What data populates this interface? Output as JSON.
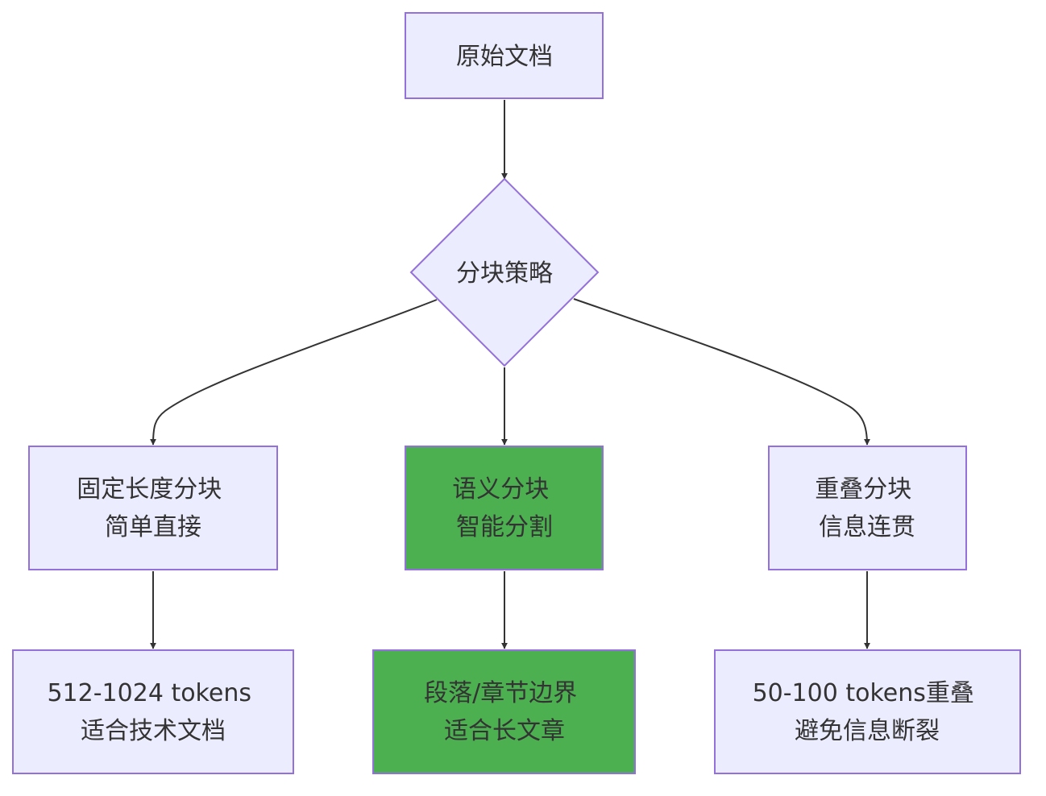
{
  "colors": {
    "node_fill": "#ececff",
    "node_stroke": "#9370db",
    "highlight_fill": "#4caf50",
    "highlight_stroke": "#9370db",
    "edge": "#333333",
    "text": "#333333"
  },
  "nodes": {
    "source": {
      "lines": [
        "原始文档"
      ]
    },
    "strategy": {
      "lines": [
        "分块策略"
      ]
    },
    "fixed": {
      "lines": [
        "固定长度分块",
        "简单直接"
      ]
    },
    "semantic": {
      "lines": [
        "语义分块",
        "智能分割"
      ]
    },
    "overlap": {
      "lines": [
        "重叠分块",
        "信息连贯"
      ]
    },
    "fixed_detail": {
      "lines": [
        "512-1024 tokens",
        "适合技术文档"
      ]
    },
    "semantic_detail": {
      "lines": [
        "段落/章节边界",
        "适合长文章"
      ]
    },
    "overlap_detail": {
      "lines": [
        "50-100 tokens重叠",
        "避免信息断裂"
      ]
    }
  }
}
